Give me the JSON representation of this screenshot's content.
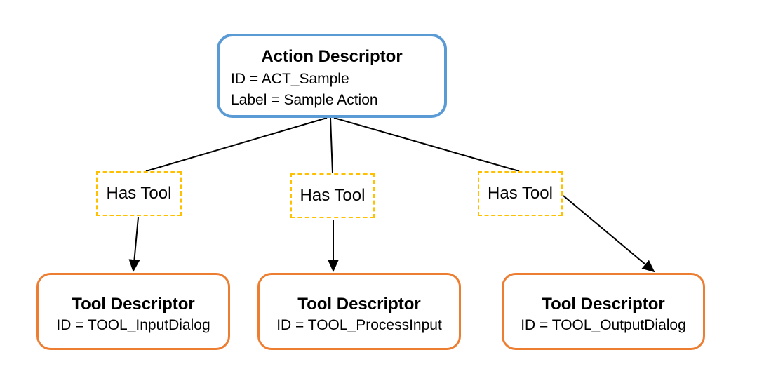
{
  "diagram": {
    "action": {
      "title": "Action Descriptor",
      "id_line": "ID = ACT_Sample",
      "label_line": "Label = Sample Action",
      "border_color": "#5b9bd5"
    },
    "relations": [
      {
        "label": "Has Tool"
      },
      {
        "label": "Has Tool"
      },
      {
        "label": "Has Tool"
      }
    ],
    "tools": [
      {
        "title": "Tool Descriptor",
        "id_line": "ID = TOOL_InputDialog"
      },
      {
        "title": "Tool Descriptor",
        "id_line": "ID = TOOL_ProcessInput"
      },
      {
        "title": "Tool Descriptor",
        "id_line": "ID = TOOL_OutputDialog"
      }
    ],
    "tool_border_color": "#ed7d31",
    "relation_border_color": "#ffc000"
  }
}
